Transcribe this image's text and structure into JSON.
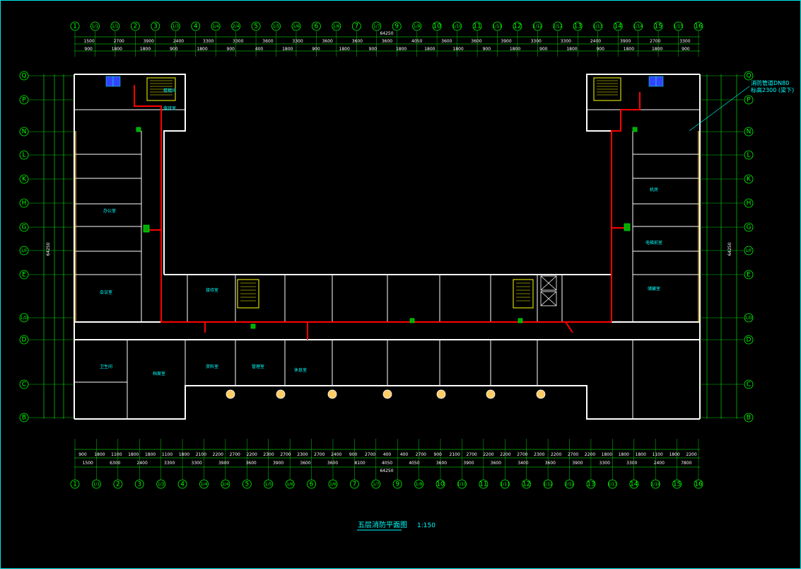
{
  "drawing": {
    "title": "五层消防平面图",
    "scale": "1:150",
    "overall_dimension": "64250",
    "side_dimension": "64250"
  },
  "axes": {
    "columns": [
      "1",
      "1/1",
      "1/1",
      "2",
      "3",
      "1/3",
      "4",
      "1/4",
      "2/4",
      "5",
      "1/5",
      "1/6",
      "6",
      "1/6",
      "7",
      "1/7",
      "9",
      "1/9",
      "10",
      "1/10",
      "11",
      "1/11",
      "12",
      "1/12",
      "2/12",
      "13",
      "1/13",
      "14",
      "1/14",
      "15",
      "1/15",
      "16"
    ],
    "bottom_columns": [
      "1",
      "1/1",
      "2",
      "3",
      "1/3",
      "4",
      "1/4",
      "2/4",
      "5",
      "1/5",
      "1/6",
      "6",
      "1/6",
      "7",
      "1/7",
      "9",
      "1/9",
      "10",
      "1/10",
      "11",
      "1/11",
      "12",
      "1/12",
      "2/12",
      "13",
      "1/13",
      "14",
      "1/14",
      "15",
      "16"
    ],
    "rows": [
      "Q",
      "P",
      "N",
      "L",
      "K",
      "H",
      "G",
      "1/F",
      "E",
      "1/D",
      "D",
      "C",
      "B"
    ]
  },
  "top_dimensions_row1": [
    "1500",
    "2700",
    "3900",
    "2400",
    "3300",
    "3300",
    "3600",
    "3300",
    "3600",
    "3600",
    "3600",
    "4050",
    "3600",
    "3600",
    "3900",
    "3300",
    "3300",
    "2400",
    "3900",
    "2700",
    "3300"
  ],
  "top_dimensions_row2": [
    "900",
    "1800",
    "1800",
    "900",
    "1800",
    "900",
    "400",
    "1800",
    "900",
    "1800",
    "900",
    "1800",
    "1800",
    "1800",
    "900",
    "1800",
    "900",
    "1800",
    "900",
    "1800",
    "1800",
    "900"
  ],
  "bottom_dimensions_row1": [
    "900",
    "1800",
    "1100",
    "1800",
    "1800",
    "1100",
    "1800",
    "2100",
    "2200",
    "2700",
    "2200",
    "2300",
    "2700",
    "2300",
    "2700",
    "2400",
    "900",
    "2700",
    "400",
    "400",
    "2700",
    "900",
    "2100",
    "2700",
    "2200",
    "2200",
    "2700",
    "2300",
    "2200",
    "2700",
    "2200",
    "1800",
    "1800",
    "1800",
    "1100",
    "1800",
    "2200"
  ],
  "bottom_dimensions_row2": [
    "1500",
    "6300",
    "2400",
    "3300",
    "3300",
    "3900",
    "3600",
    "3900",
    "3600",
    "3600",
    "8100",
    "4050",
    "4050",
    "3600",
    "3900",
    "3600",
    "3400",
    "3600",
    "3900",
    "3300",
    "3300",
    "2400",
    "7800"
  ],
  "annotations": {
    "pipe_note_1": "消防管道DN80",
    "pipe_note_2": "标高2300 (梁下)"
  },
  "rooms": [
    "楼梯间",
    "值班室",
    "办公室",
    "会议室",
    "机房",
    "电梯前室",
    "储藏室",
    "卫生间",
    "档案室",
    "资料室",
    "管理室",
    "休息室",
    "接待室"
  ],
  "colors": {
    "background": "#000000",
    "wall": "#ffffff",
    "axis": "#00ff00",
    "pipe": "#ff0000",
    "room_text": "#00ffff",
    "stair": "#ffff00",
    "column_marker": "#ffcc66"
  }
}
